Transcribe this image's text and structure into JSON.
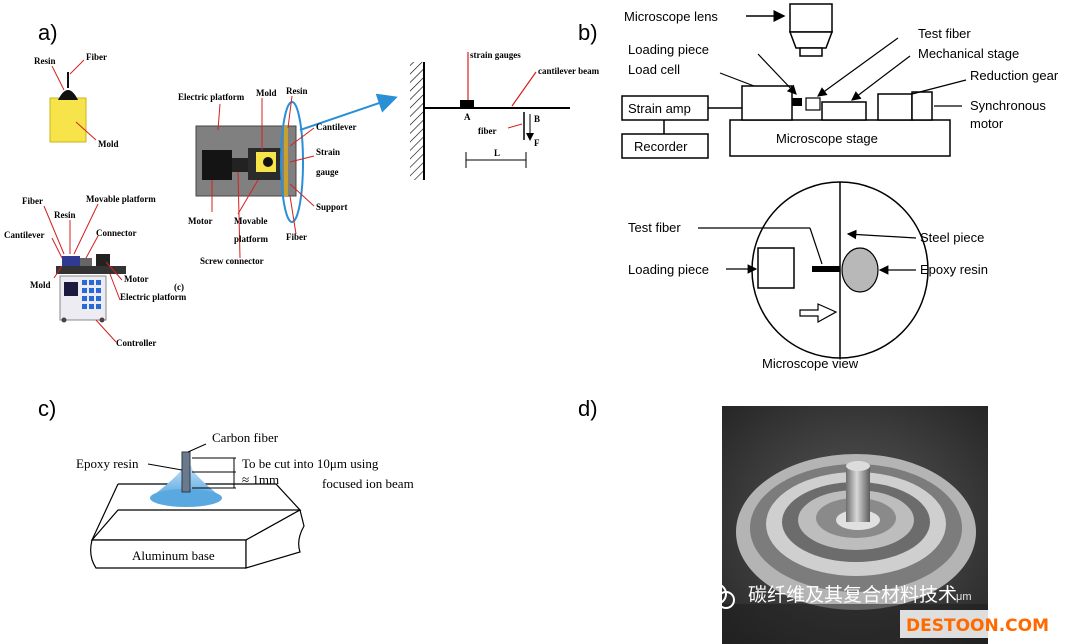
{
  "panel_labels": {
    "a": "a)",
    "b": "b)",
    "c": "c)",
    "d": "d)"
  },
  "panel_a": {
    "small_mold": {
      "resin": "Resin",
      "fiber": "Fiber",
      "mold": "Mold"
    },
    "rig": {
      "fiber": "Fiber",
      "resin": "Resin",
      "movable_platform": "Movable platform",
      "cantilever": "Cantilever",
      "connector": "Connector",
      "mold": "Mold",
      "motor": "Motor",
      "electric_platform": "Electric platform",
      "controller": "Controller"
    },
    "top_view": {
      "electric_platform": "Electric platform",
      "mold": "Mold",
      "resin": "Resin",
      "cantilever": "Cantilever",
      "strain_gauge": "Strain gauge",
      "support": "Support",
      "fiber": "Fiber",
      "motor": "Motor",
      "movable_platform": "Movable platform",
      "screw_connector": "Screw connector",
      "tag": "(c)"
    },
    "beam": {
      "strain_gauges": "strain gauges",
      "cantilever_beam": "cantilever beam",
      "point_a": "A",
      "point_b": "B",
      "fiber": "fiber",
      "force": "F",
      "length": "L"
    }
  },
  "panel_b": {
    "microscope_lens": "Microscope lens",
    "test_fiber": "Test fiber",
    "loading_piece": "Loading piece",
    "mechanical_stage": "Mechanical stage",
    "load_cell": "Load cell",
    "reduction_gear": "Reduction gear",
    "strain_amp": "Strain amp",
    "synchronous_motor": "Synchronous motor",
    "recorder": "Recorder",
    "microscope_stage": "Microscope stage",
    "view": {
      "test_fiber": "Test fiber",
      "steel_piece": "Steel piece",
      "loading_piece": "Loading piece",
      "epoxy_resin": "Epoxy resin",
      "caption": "Microscope view"
    }
  },
  "panel_c": {
    "carbon_fiber": "Carbon fiber",
    "epoxy_resin": "Epoxy resin",
    "cut_note_1": "To be cut into 10μm using",
    "cut_note_2": "focused ion beam",
    "height": "≈ 1mm",
    "base": "Aluminum base"
  },
  "panel_d": {
    "watermark": "碳纤维及其复合材料技术",
    "site": "DESTOON.COM",
    "micron_text": "μm"
  },
  "colors": {
    "mold_yellow": "#f7e34a",
    "leader_red": "#d42020",
    "resin_blue": "#5aa8e0",
    "callout_blue": "#2a8fd4",
    "site_orange": "#ff6a00"
  }
}
